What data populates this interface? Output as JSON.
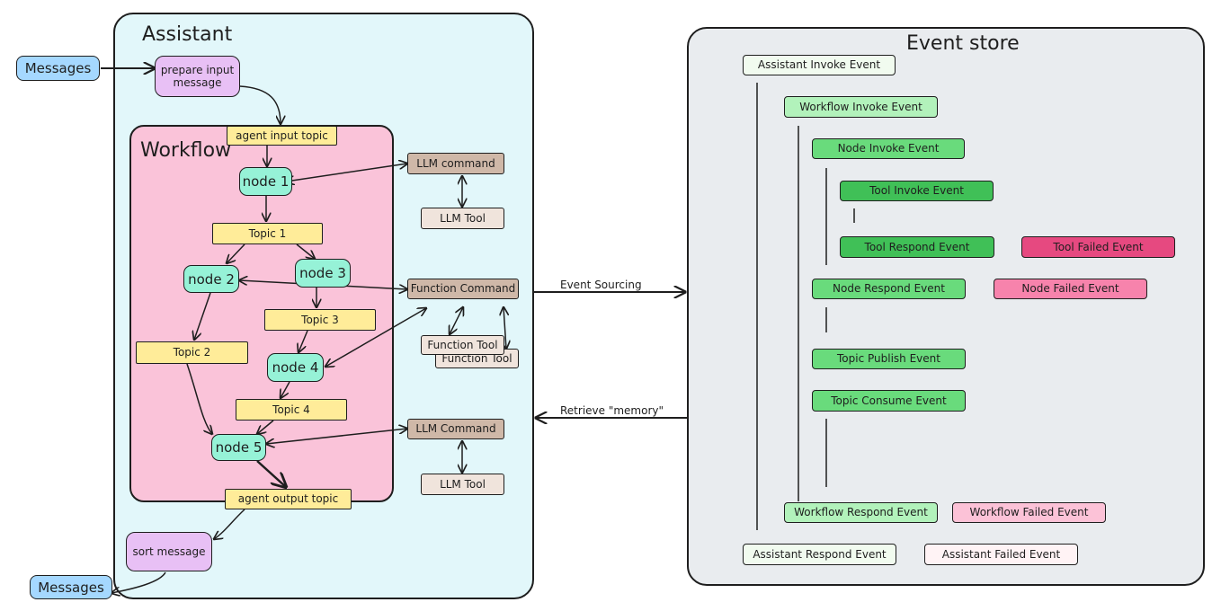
{
  "assistant": {
    "title": "Assistant",
    "messages_in": "Messages",
    "prepare_input": "prepare input message",
    "agent_input_topic": "agent input topic",
    "agent_output_topic": "agent output topic",
    "sort_message": "sort message",
    "messages_out": "Messages"
  },
  "workflow": {
    "title": "Workflow",
    "node1": "node 1",
    "node2": "node 2",
    "node3": "node 3",
    "node4": "node 4",
    "node5": "node 5",
    "topic1": "Topic 1",
    "topic2": "Topic 2",
    "topic3": "Topic 3",
    "topic4": "Topic 4"
  },
  "side": {
    "llm_command_1": "LLM command",
    "llm_tool_1": "LLM Tool",
    "function_command": "Function Command",
    "function_tool_a": "Function Tool",
    "function_tool_b": "Function Tool",
    "llm_command_2": "LLM Command",
    "llm_tool_2": "LLM Tool"
  },
  "edges": {
    "event_sourcing": "Event Sourcing",
    "retrieve_memory": "Retrieve \"memory\""
  },
  "store": {
    "title": "Event store",
    "assistant_invoke": "Assistant Invoke Event",
    "workflow_invoke": "Workflow Invoke Event",
    "node_invoke": "Node Invoke Event",
    "tool_invoke": "Tool Invoke Event",
    "tool_respond": "Tool Respond Event",
    "tool_failed": "Tool Failed Event",
    "node_respond": "Node Respond Event",
    "node_failed": "Node Failed Event",
    "topic_publish": "Topic Publish Event",
    "topic_consume": "Topic Consume Event",
    "workflow_respond": "Workflow Respond Event",
    "workflow_failed": "Workflow Failed Event",
    "assistant_respond": "Assistant Respond Event",
    "assistant_failed": "Assistant Failed Event"
  }
}
